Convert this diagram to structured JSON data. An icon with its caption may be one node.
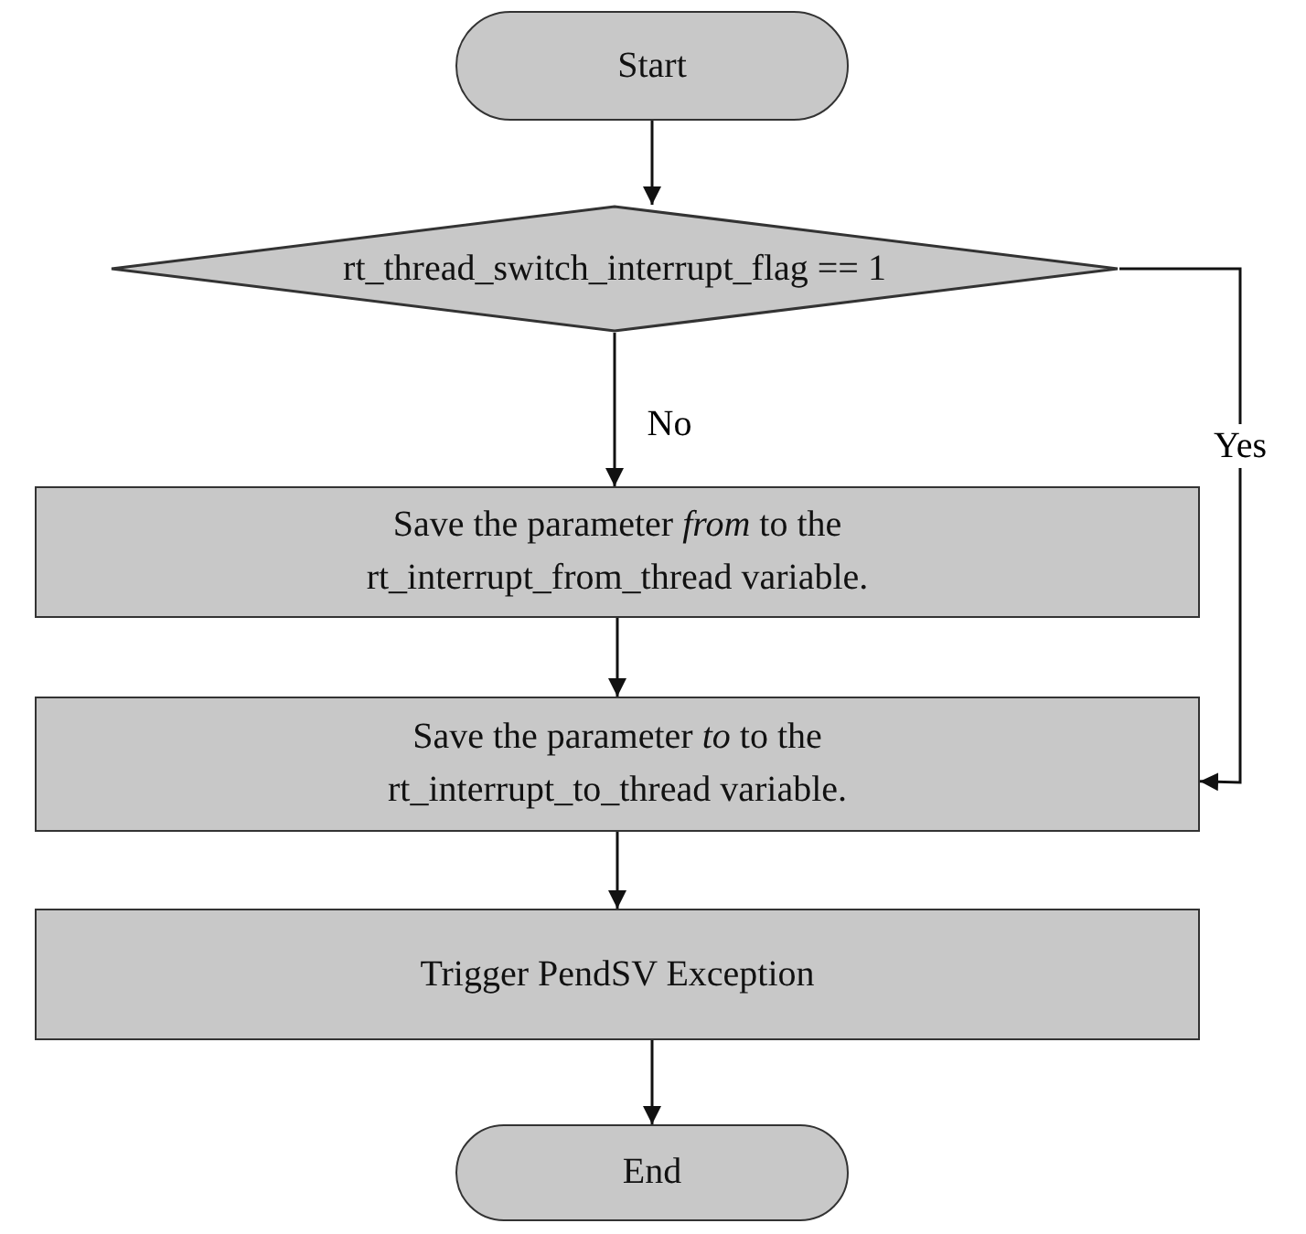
{
  "diagram": {
    "nodes": [
      {
        "text": [
          "Start"
        ]
      },
      {
        "text": [
          "rt_thread_switch_interrupt_flag == 1"
        ]
      },
      {
        "text": [
          "Save the parameter *from* to the rt_interrupt_from_thread variable."
        ]
      },
      {
        "text": [
          "Save the parameter *to* to the rt_interrupt_to_thread variable."
        ]
      },
      {
        "text": [
          "Trigger PendSV Exception"
        ]
      },
      {
        "text": [
          "End"
        ]
      }
    ],
    "edges": [
      {
        "from": 0,
        "to": 1,
        "arrow": "to"
      },
      {
        "from": 1,
        "to": 2,
        "arrow": "to",
        "label": "No"
      },
      {
        "from": 2,
        "to": 3,
        "arrow": "to"
      },
      {
        "from": 1,
        "to": 3,
        "arrow": "to",
        "label": "Yes"
      },
      {
        "from": 3,
        "to": 4,
        "arrow": "to"
      },
      {
        "from": 4,
        "to": 5,
        "arrow": "to"
      }
    ]
  }
}
